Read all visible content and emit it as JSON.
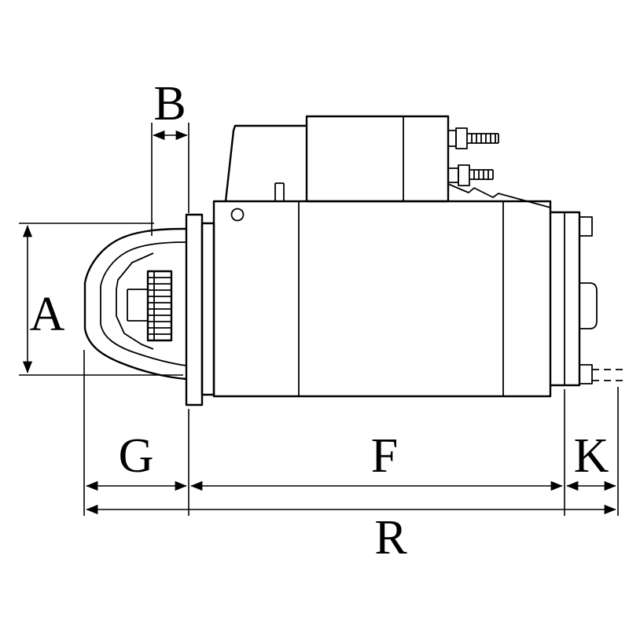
{
  "figure": {
    "background_color": "#ffffff",
    "line_color": "#000000",
    "label_color": "#000000"
  },
  "dimension_labels": {
    "b": "B",
    "a": "A",
    "g": "G",
    "f": "F",
    "k": "K",
    "r": "R"
  }
}
